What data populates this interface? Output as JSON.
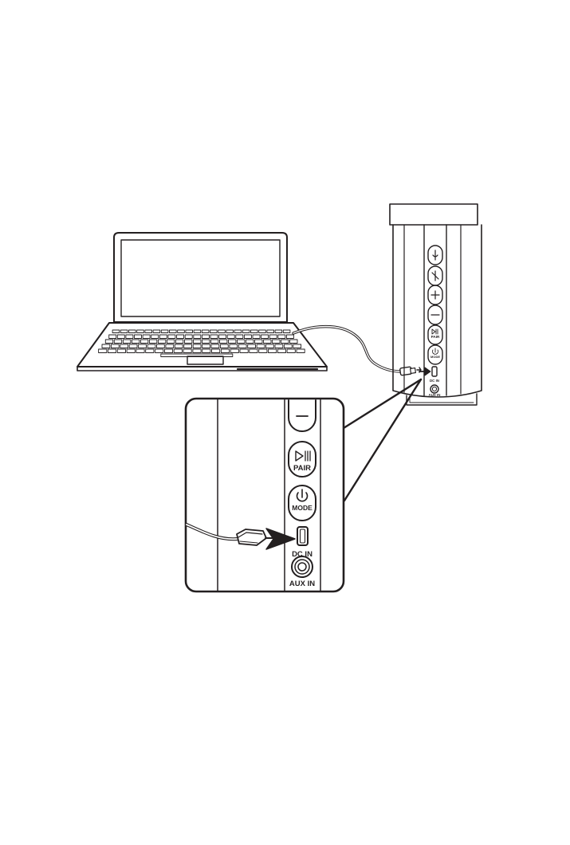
{
  "labels": {
    "pair": "PAIR",
    "mode": "MODE",
    "dc_in": "DC IN",
    "aux_in": "AUX IN"
  },
  "icons": {
    "laptop": "laptop-icon",
    "speaker": "speaker-icon",
    "usb_cable": "usb-cable-icon",
    "arrow": "arrow-right-icon"
  },
  "colors": {
    "ink": "#231f20",
    "background": "#ffffff"
  }
}
